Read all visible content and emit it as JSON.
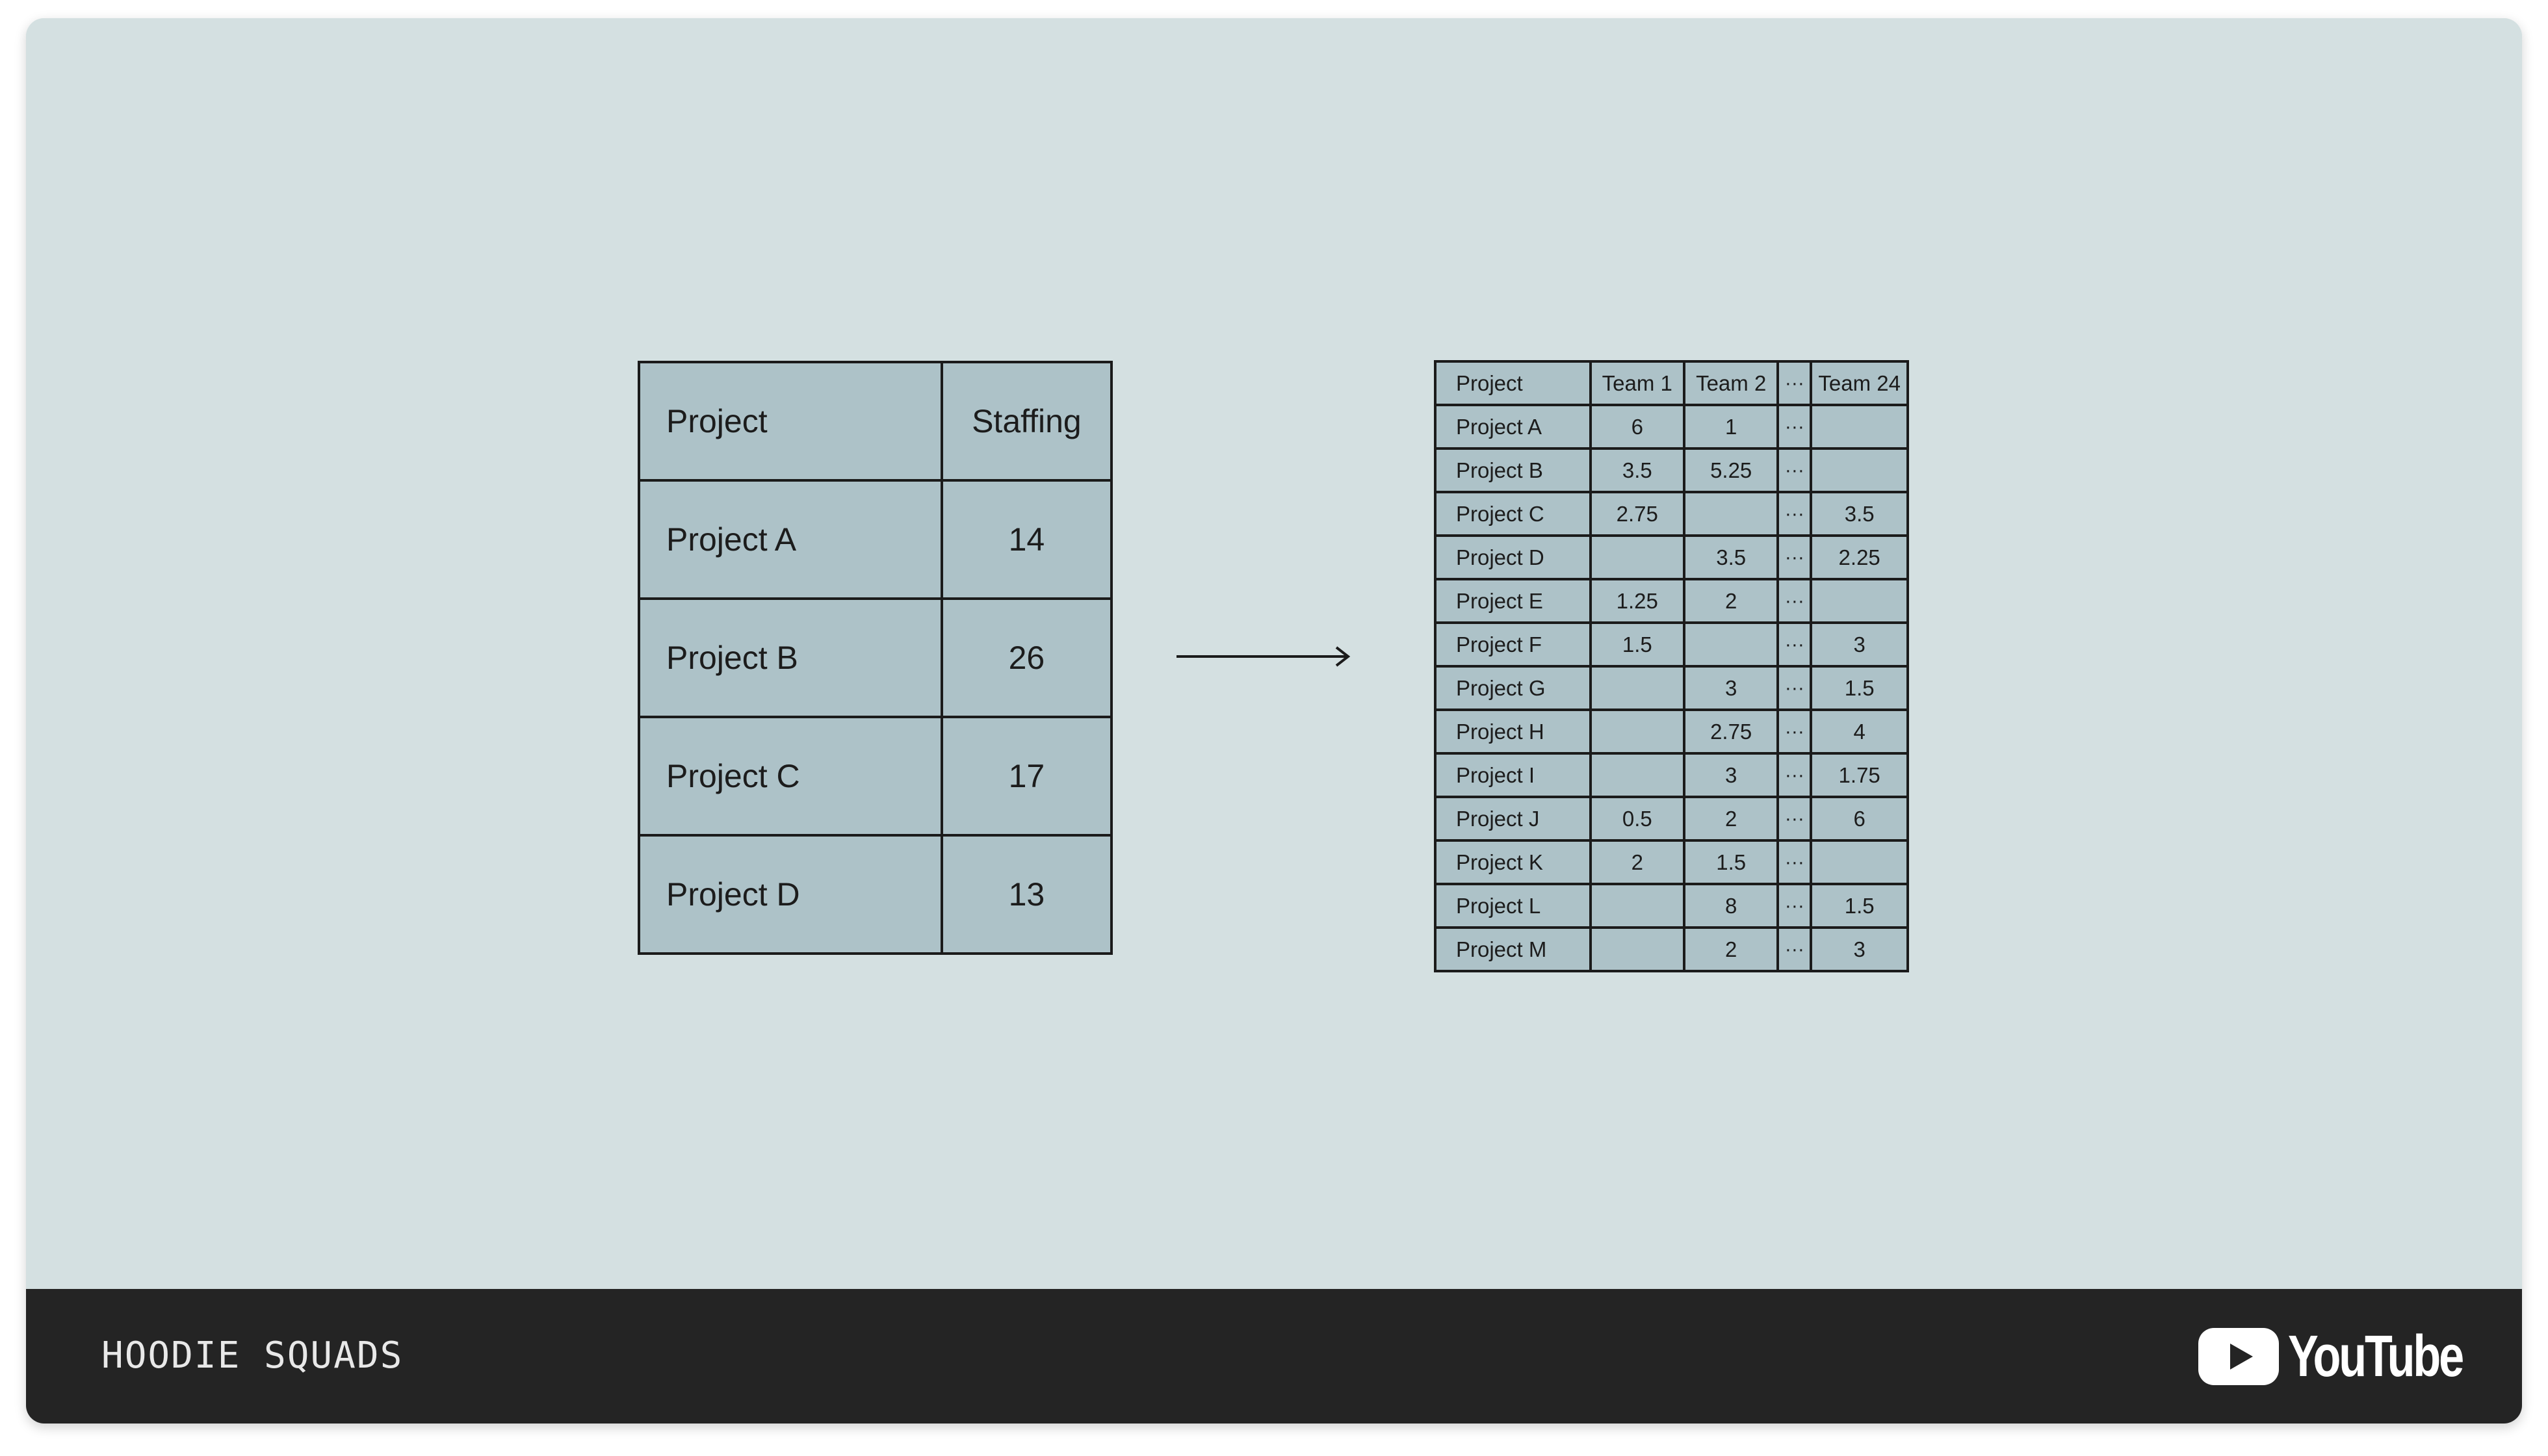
{
  "left_table": {
    "headers": [
      "Project",
      "Staffing"
    ],
    "rows": [
      [
        "Project A",
        "14"
      ],
      [
        "Project B",
        "26"
      ],
      [
        "Project C",
        "17"
      ],
      [
        "Project D",
        "13"
      ]
    ]
  },
  "right_table": {
    "headers": [
      "Project",
      "Team 1",
      "Team 2",
      "···",
      "Team 24"
    ],
    "rows": [
      [
        "Project A",
        "6",
        "1",
        "···",
        ""
      ],
      [
        "Project B",
        "3.5",
        "5.25",
        "···",
        ""
      ],
      [
        "Project C",
        "2.75",
        "",
        "···",
        "3.5"
      ],
      [
        "Project D",
        "",
        "3.5",
        "···",
        "2.25"
      ],
      [
        "Project E",
        "1.25",
        "2",
        "···",
        ""
      ],
      [
        "Project F",
        "1.5",
        "",
        "···",
        "3"
      ],
      [
        "Project G",
        "",
        "3",
        "···",
        "1.5"
      ],
      [
        "Project H",
        "",
        "2.75",
        "···",
        "4"
      ],
      [
        "Project I",
        "",
        "3",
        "···",
        "1.75"
      ],
      [
        "Project J",
        "0.5",
        "2",
        "···",
        "6"
      ],
      [
        "Project K",
        "2",
        "1.5",
        "···",
        ""
      ],
      [
        "Project L",
        "",
        "8",
        "···",
        "1.5"
      ],
      [
        "Project M",
        "",
        "2",
        "···",
        "3"
      ]
    ]
  },
  "arrow": {
    "icon": "arrow-right-icon"
  },
  "footer": {
    "brand": "HOODIE SQUADS",
    "platform_logo": "youtube-logo",
    "platform_wordmark": "YouTube",
    "logo_color": "#ffffff"
  },
  "colors": {
    "background": "#d4e0e1",
    "cell_fill": "#adc2c8",
    "border": "#1b1b1b",
    "footer": "#242424"
  }
}
